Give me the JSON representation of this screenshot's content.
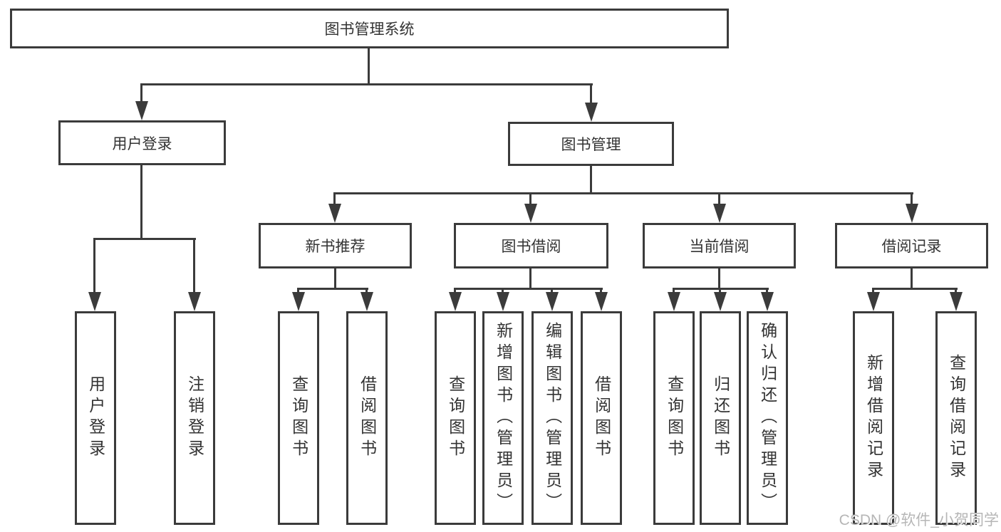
{
  "title": "图书管理系统",
  "tree": {
    "user": {
      "label": "用户登录",
      "leaves": [
        "用户登录",
        "注销登录"
      ]
    },
    "book": {
      "label": "图书管理",
      "groups": [
        {
          "label": "新书推荐",
          "leaves": [
            "查询图书",
            "借阅图书"
          ]
        },
        {
          "label": "图书借阅",
          "leaves": [
            "查询图书",
            "新增图书（管理员）",
            "编辑图书（管理员）",
            "借阅图书"
          ]
        },
        {
          "label": "当前借阅",
          "leaves": [
            "查询图书",
            "归还图书",
            "确认归还（管理员）"
          ]
        },
        {
          "label": "借阅记录",
          "leaves": [
            "新增借阅记录",
            "查询借阅记录"
          ]
        }
      ]
    }
  },
  "watermark": "CSDN @软件_小贺同学",
  "colors": {
    "line": "#3b3b3b",
    "text": "#333333",
    "watermark": "#b6b6b6",
    "background": "#ffffff"
  }
}
